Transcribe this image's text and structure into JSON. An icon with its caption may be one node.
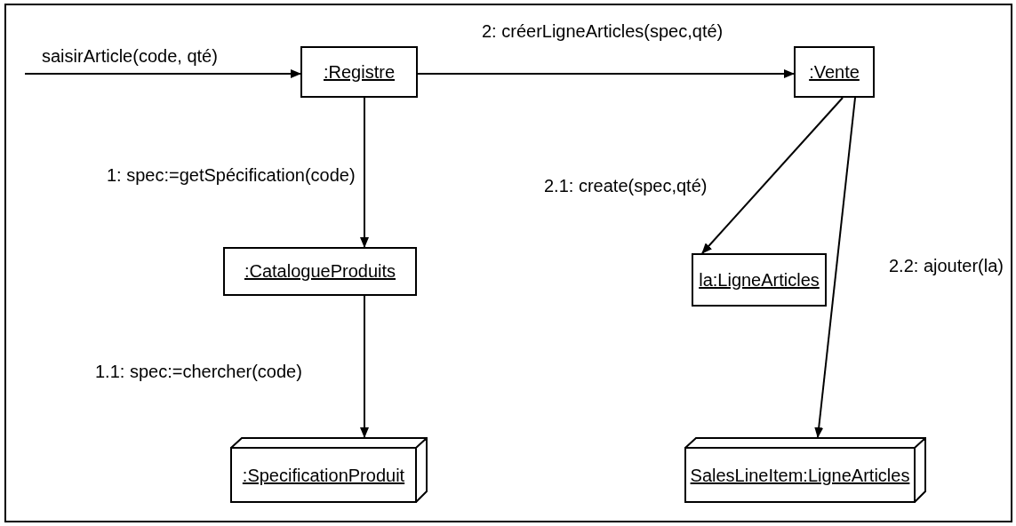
{
  "diagram": {
    "nodes": [
      {
        "text": [
          ":Registre"
        ]
      },
      {
        "text": [
          ":Vente"
        ]
      },
      {
        "text": [
          ":CatalogueProduits"
        ]
      },
      {
        "text": [
          "la:LigneArticles"
        ]
      },
      {
        "text": [
          ":SpecificationProduit"
        ]
      },
      {
        "text": [
          "SalesLineItem:LigneArticles"
        ]
      }
    ],
    "edges": [
      {
        "from": null,
        "to": 0,
        "arrow": "to",
        "label": "saisirArticle(code, qté)"
      },
      {
        "from": 0,
        "to": 1,
        "arrow": "to",
        "label": "2: créerLigneArticles(spec,qté)"
      },
      {
        "from": 0,
        "to": 2,
        "arrow": "to",
        "label": "1: spec:=getSpécification(code)"
      },
      {
        "from": 2,
        "to": 4,
        "arrow": "to",
        "label": "1.1: spec:=chercher(code)"
      },
      {
        "from": 1,
        "to": 3,
        "arrow": "to",
        "label": "2.1: create(spec,qté)"
      },
      {
        "from": 1,
        "to": 5,
        "arrow": "to",
        "label": "2.2: ajouter(la)"
      }
    ]
  }
}
